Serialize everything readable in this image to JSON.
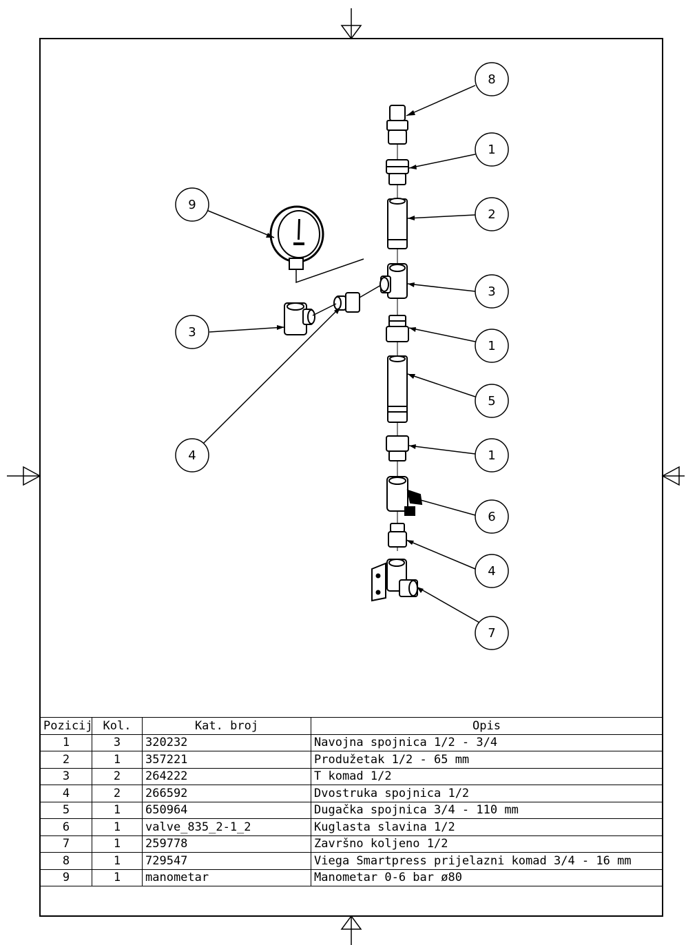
{
  "bom": {
    "headers": {
      "position": "Pozicija",
      "quantity": "Kol.",
      "catalog_number": "Kat. broj",
      "description": "Opis"
    },
    "rows": [
      {
        "position": "1",
        "quantity": "3",
        "catalog_number": "320232",
        "description": "Navojna spojnica 1/2 - 3/4"
      },
      {
        "position": "2",
        "quantity": "1",
        "catalog_number": "357221",
        "description": "Produžetak 1/2 - 65 mm"
      },
      {
        "position": "3",
        "quantity": "2",
        "catalog_number": "264222",
        "description": "T komad 1/2"
      },
      {
        "position": "4",
        "quantity": "2",
        "catalog_number": "266592",
        "description": "Dvostruka spojnica 1/2"
      },
      {
        "position": "5",
        "quantity": "1",
        "catalog_number": "650964",
        "description": "Dugačka spojnica 3/4 - 110 mm"
      },
      {
        "position": "6",
        "quantity": "1",
        "catalog_number": "valve_835_2-1_2",
        "description": "Kuglasta slavina 1/2"
      },
      {
        "position": "7",
        "quantity": "1",
        "catalog_number": "259778",
        "description": "Završno koljeno 1/2"
      },
      {
        "position": "8",
        "quantity": "1",
        "catalog_number": "729547",
        "description": "Viega Smartpress prijelazni komad 3/4 - 16 mm"
      },
      {
        "position": "9",
        "quantity": "1",
        "catalog_number": "manometar",
        "description": "Manometar 0-6 bar ø80"
      }
    ]
  },
  "balloons": [
    {
      "label": "8"
    },
    {
      "label": "1"
    },
    {
      "label": "2"
    },
    {
      "label": "9"
    },
    {
      "label": "3"
    },
    {
      "label": "3"
    },
    {
      "label": "1"
    },
    {
      "label": "5"
    },
    {
      "label": "4"
    },
    {
      "label": "1"
    },
    {
      "label": "6"
    },
    {
      "label": "4"
    },
    {
      "label": "7"
    }
  ]
}
